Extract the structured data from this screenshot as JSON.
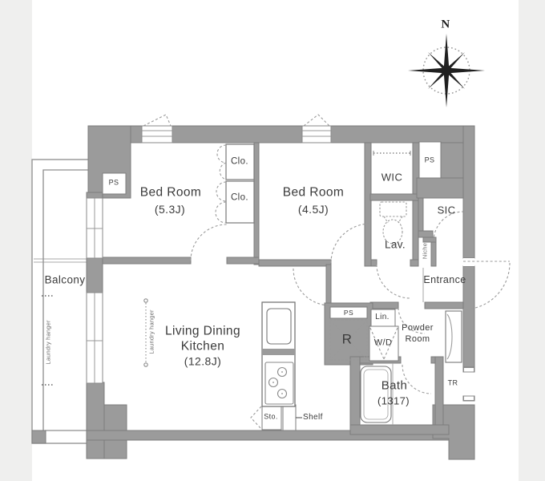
{
  "compass": {
    "north_label": "N"
  },
  "balcony": {
    "label": "Balcony",
    "laundry_hanger": "Laundry hanger"
  },
  "rooms": {
    "bedroom1": {
      "name": "Bed Room",
      "size": "(5.3J)"
    },
    "bedroom2": {
      "name": "Bed Room",
      "size": "(4.5J)"
    },
    "ldk": {
      "name_line1": "Living Dining",
      "name_line2": "Kitchen",
      "size": "(12.8J)",
      "laundry_hanger": "Laundry hanger"
    },
    "bath": {
      "name": "Bath",
      "size": "(1317)"
    },
    "powder": {
      "line1": "Powder",
      "line2": "Room"
    },
    "entrance": {
      "label": "Entrance"
    },
    "lav": {
      "label": "Lav."
    },
    "wic": {
      "label": "WIC"
    },
    "sic": {
      "label": "SIC"
    },
    "tr": {
      "label": "TR"
    },
    "niche": {
      "label": "Niche"
    }
  },
  "storage": {
    "clo1": "Clo.",
    "clo2": "Clo.",
    "sto": "Sto.",
    "shelf": "Shelf",
    "lin": "Lin."
  },
  "utilities": {
    "ps_left": "PS",
    "ps_top_right": "PS",
    "ps_mid": "PS",
    "refrigerator": "R",
    "washer_dryer": "W/D"
  },
  "colors": {
    "wall": "#9b9b9b",
    "wall_outline": "#7d7d7d",
    "line": "#777777",
    "dash": "#9a9a9a",
    "text": "#3b3b3b",
    "canvas": "#ffffff",
    "background": "#efefee"
  }
}
